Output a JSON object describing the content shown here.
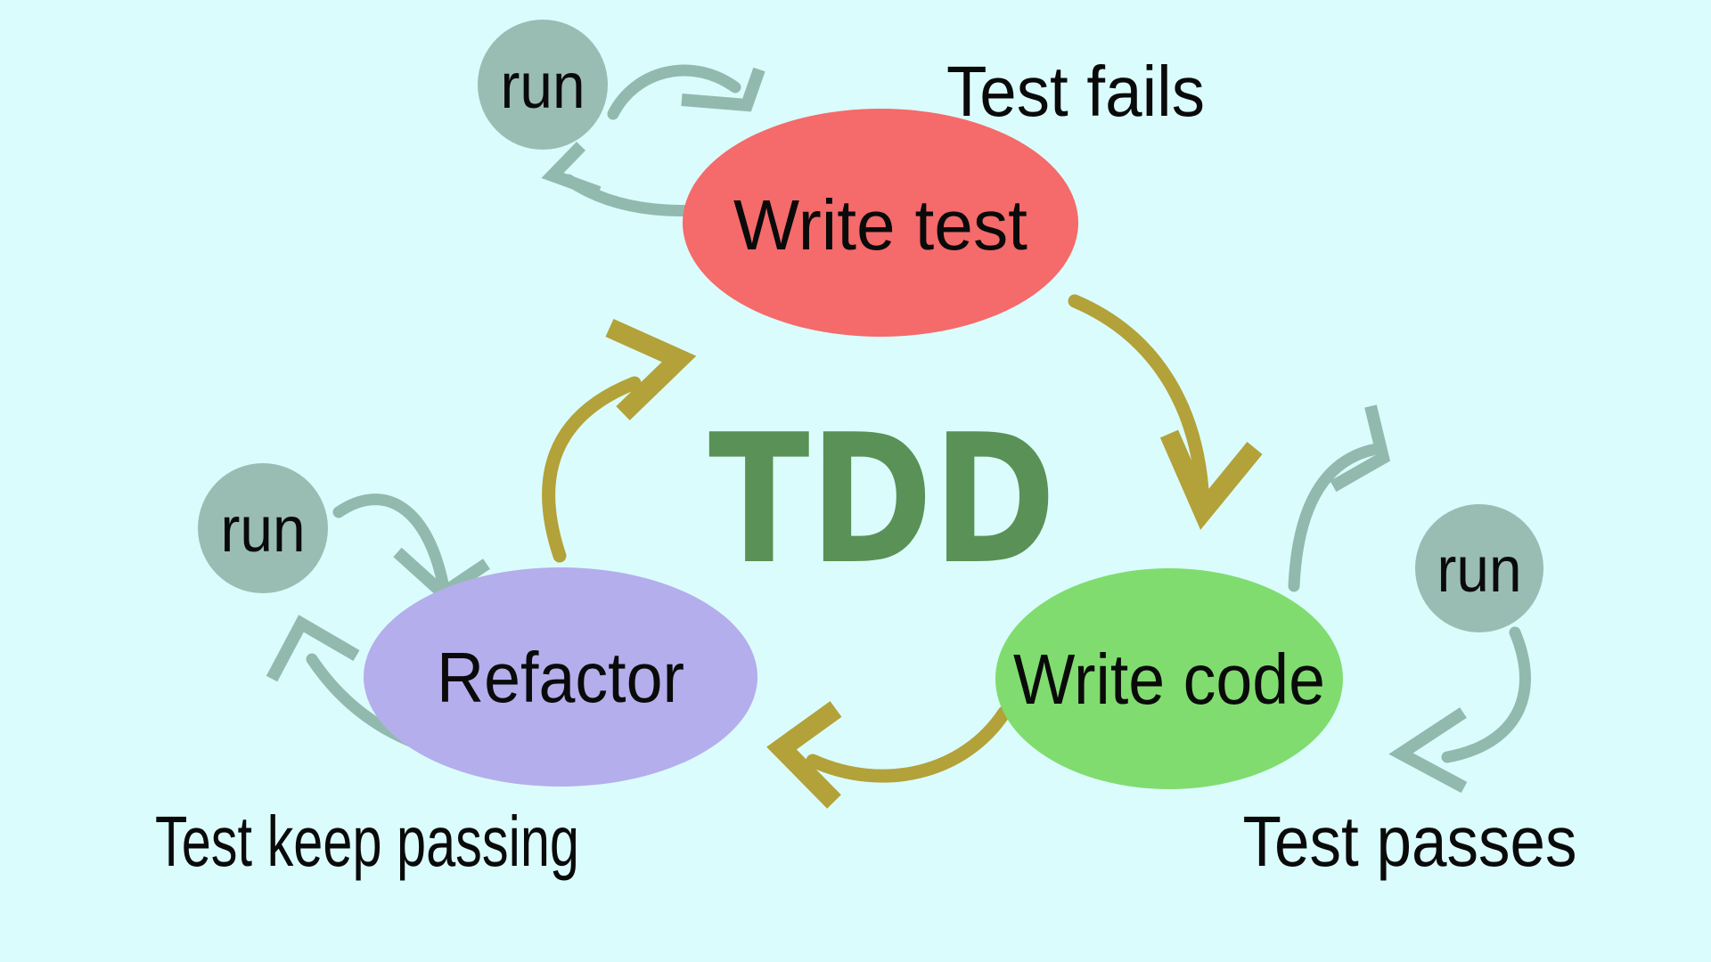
{
  "title": {
    "text": "TDD"
  },
  "colors": {
    "background": "#dbfcfc",
    "node_write_test": "#f56a6a",
    "node_write_code": "#80dc6f",
    "node_refactor": "#b4aeec",
    "run_circle": "#9abdb3",
    "arrow_run": "#92b9ae",
    "arrow_cycle": "#b3a139",
    "title_text": "#5a9156",
    "label_text": "#0a0a0a"
  },
  "nodes": {
    "write_test": {
      "label": "Write test"
    },
    "write_code": {
      "label": "Write code"
    },
    "refactor": {
      "label": "Refactor"
    }
  },
  "run_badges": {
    "write_test": {
      "label": "run"
    },
    "refactor": {
      "label": "run"
    },
    "write_code": {
      "label": "run"
    }
  },
  "annotations": {
    "test_fails": {
      "label": "Test fails"
    },
    "test_passes": {
      "label": "Test passes"
    },
    "test_keep_passing": {
      "label": "Test keep passing"
    }
  }
}
